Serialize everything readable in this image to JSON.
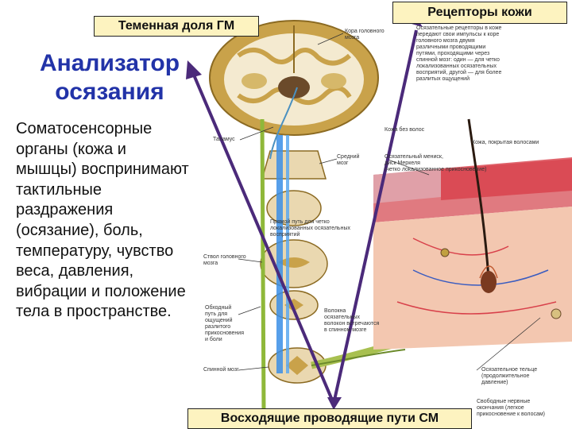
{
  "labels": {
    "parietal_lobe": "Теменная доля ГМ",
    "skin_receptors": "Рецепторы кожи",
    "ascending_pathways": "Восходящие проводящие пути СМ"
  },
  "title": "Анализатор осязания",
  "description": "Соматосенсорные органы (кожа и мышцы) воспринимают тактильные раздражения (осязание), боль, температуру, чувство веса, давления, вибрации и положение тела в пространстве.",
  "annotations": {
    "cortex": "Кора головного\nмозга",
    "receptors_note": "Осязательные рецепторы в коже\nпередают свои импульсы к коре\nголовного мозга двумя\nразличными проводящими\nпутями, проходящими через\nспинной мозг: один — для четко\nлокализованных осязательных\nвосприятий, другой — для более\nразлитых ощущений",
    "thalamus": "Таламус",
    "hairless_skin": "Кожа без волос",
    "hairy_skin": "Кожа, покрытая волосами",
    "midbrain": "Средний\nмозг",
    "meissner": "Осязательный мениск,\nдиск Меркеля\n(четко локализованное прикосновение)",
    "direct_path": "Прямой путь для четко\nлокализованных осязательных\nвосприятий",
    "brainstem": "Ствол головного\nмозга",
    "bypass_path": "Обходный\nпуть для\nощущений\nразлитого\nприкосновения\nи боли",
    "decussation": "Волокна\nосязательных\nволокон встречаются\nв спинном мозге",
    "spinal_cord": "Спинной мозг",
    "pacinian": "Осязательное тельце\n(продолжительное\nдавление)",
    "free_endings": "Свободные нервные\nокончания (легкое\nприкосновение к волосам)"
  },
  "colors": {
    "title": "#2233a8",
    "arrow": "#4b2a7a",
    "label_bg": "#fdf3c0",
    "brain_white": "#f4ead0",
    "brain_gray": "#c9a24a",
    "pathway_blue": "#3a8ee6",
    "nerve_green": "#8fb83a",
    "skin_red": "#d8404a"
  }
}
